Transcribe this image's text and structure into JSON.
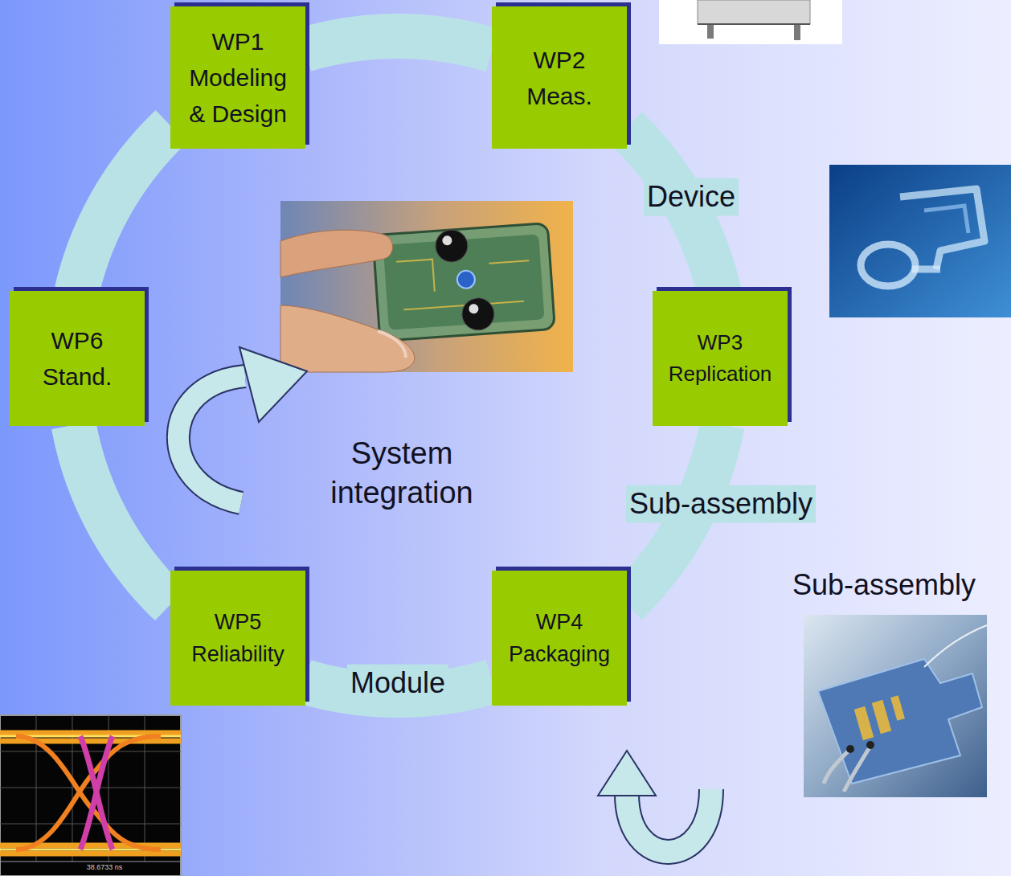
{
  "diagram": {
    "nodes": [
      {
        "text": [
          "WP1 Modeling & Design"
        ]
      },
      {
        "text": [
          "WP2 Meas."
        ]
      },
      {
        "text": [
          "WP3 Replication"
        ]
      },
      {
        "text": [
          "WP4 Packaging"
        ]
      },
      {
        "text": [
          "WP5 Reliability"
        ]
      },
      {
        "text": [
          "WP6 Stand."
        ]
      }
    ],
    "edges": [
      {
        "from": 0,
        "to": 1,
        "arrow": "none"
      },
      {
        "from": 1,
        "to": 2,
        "label": "Device",
        "arrow": "none"
      },
      {
        "from": 2,
        "to": 3,
        "label": "Sub-assembly",
        "arrow": "none"
      },
      {
        "from": 3,
        "to": 4,
        "label": "Module",
        "arrow": "none"
      },
      {
        "from": 4,
        "to": 5,
        "arrow": "none"
      },
      {
        "from": 5,
        "to": 0,
        "arrow": "none"
      }
    ],
    "labels": [
      "System integration",
      "Sub-assembly",
      "38.6733 ns"
    ]
  }
}
